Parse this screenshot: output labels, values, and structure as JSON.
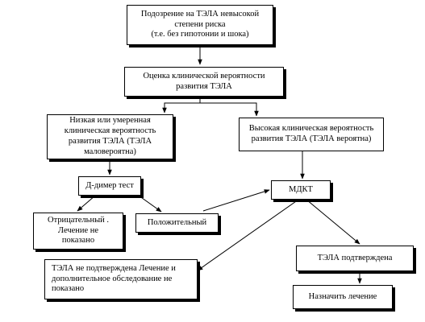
{
  "nodes": {
    "suspicion": {
      "lines": [
        "Подозрение на ТЭЛА невысокой",
        "степени риска",
        "(т.е. без гипотонии и шока)"
      ]
    },
    "assessment": {
      "lines": [
        "Оценка клинической вероятности",
        "развития ТЭЛА"
      ]
    },
    "low_probability": {
      "lines": [
        "Низкая или умеренная",
        "клиническая вероятность",
        "развития ТЭЛА (ТЭЛА",
        "маловероятна)"
      ]
    },
    "high_probability": {
      "lines": [
        "Высокая клиническая вероятность",
        "развития ТЭЛА (ТЭЛА вероятна)"
      ]
    },
    "d_dimer": {
      "lines": [
        "Д-димер тест"
      ]
    },
    "ct": {
      "lines": [
        "МДКТ"
      ]
    },
    "negative": {
      "lines": [
        "Отрицательный .",
        "Лечение не",
        "показано"
      ]
    },
    "positive": {
      "lines": [
        "Положительный"
      ]
    },
    "not_confirmed": {
      "lines": [
        "ТЭЛА не подтверждена  Лечение и",
        "дополнительное обследование не",
        "показано"
      ]
    },
    "confirmed": {
      "lines": [
        "ТЭЛА подтверждена"
      ]
    },
    "treatment": {
      "lines": [
        "Назначить лечение"
      ]
    }
  },
  "colors": {
    "line": "#000000",
    "box_fill": "#ffffff",
    "shadow": "#000000"
  }
}
